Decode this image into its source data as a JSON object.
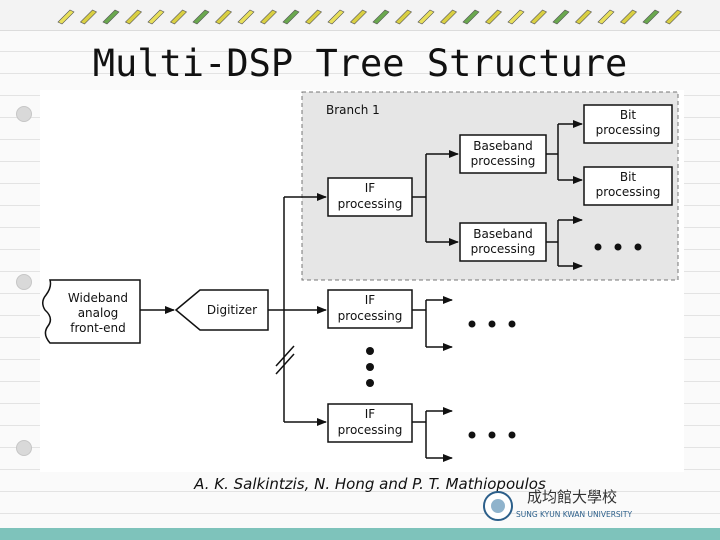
{
  "title": "Multi-DSP Tree Structure",
  "diagram": {
    "branch_label": "Branch 1",
    "frontend_lines": [
      "Wideband",
      "analog",
      "front-end"
    ],
    "digitizer": "Digitizer",
    "if_label_1": "IF",
    "if_label_2": "processing",
    "baseband_label_1": "Baseband",
    "baseband_label_2": "processing",
    "bit_label_1": "Bit",
    "bit_label_2": "processing"
  },
  "caption": "A. K. Salkintzis, N. Hong and P. T. Mathiopoulos",
  "logo": {
    "chinese_text": "成均館大學校",
    "english_text": "SUNG KYUN KWAN UNIVERSITY"
  },
  "colors": {
    "branch_fill": "#e6e6e6",
    "accent_strip": "#7ec3bb"
  }
}
